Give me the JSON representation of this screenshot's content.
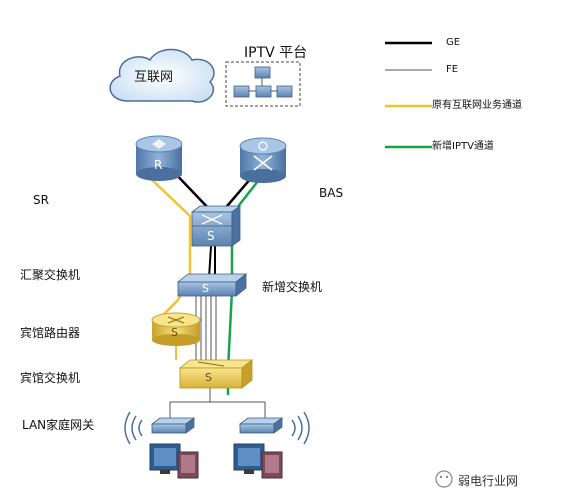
{
  "legend": [
    {
      "label": "GE",
      "color": "#000000"
    },
    {
      "label": "FE",
      "color": "#555555"
    },
    {
      "label": "原有互联网业务通道",
      "color": "#f2c230"
    },
    {
      "label": "新增IPTV通道",
      "color": "#1aa24a"
    }
  ],
  "labels": {
    "internet": "互联网",
    "iptv_platform": "IPTV 平台",
    "sr": "SR",
    "bas": "BAS",
    "agg_switch": "汇聚交换机",
    "new_switch": "新增交换机",
    "hotel_router": "宾馆路由器",
    "hotel_switch": "宾馆交换机",
    "lan_gateway": "LAN家庭网关"
  },
  "device_letters": {
    "router": "R",
    "switch": "S"
  },
  "watermark": "弱电行业网"
}
